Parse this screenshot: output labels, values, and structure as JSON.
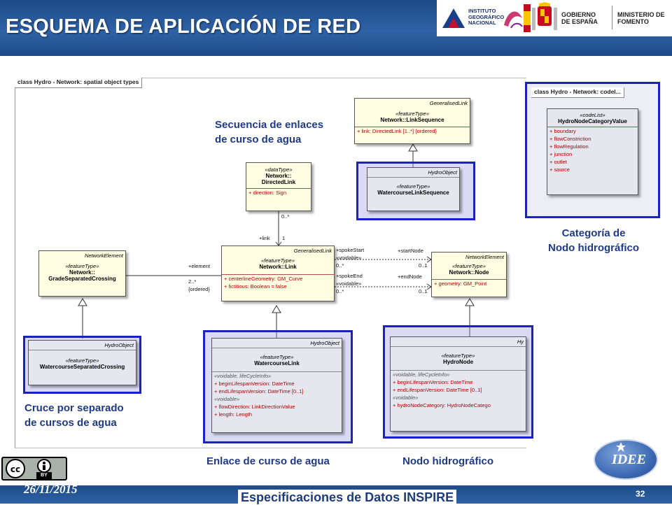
{
  "header": {
    "title": "ESQUEMA DE APLICACIÓN DE RED"
  },
  "logos": {
    "ign_text": "INSTITUTO GEOGRÁFICO NACIONAL",
    "gobierno_text": "GOBIERNO DE ESPAÑA",
    "ministerio_text": "MINISTERIO DE FOMENTO"
  },
  "diagram": {
    "tab_label": "class Hydro - Network: spatial object types",
    "codelist_tab": "class Hydro - Network: codel...",
    "classes": {
      "grade_separated": {
        "parent": "NetworkElement",
        "stereotype": "«featureType»",
        "name_1": "Network::",
        "name_2": "GradeSeparatedCrossing"
      },
      "link": {
        "parent": "GeneralisedLink",
        "stereotype": "«featureType»",
        "name": "Network::Link",
        "attr_1": "+   centerlineGeometry:  GM_Curve",
        "attr_2": "+   fictitious:  Boolean = false"
      },
      "node": {
        "parent": "NetworkElement",
        "stereotype": "«featureType»",
        "name": "Network::Node",
        "attr_1": "+   geometry:  GM_Point"
      },
      "directed_link": {
        "stereotype": "«dataType»",
        "name_1": "Network::",
        "name_2": "DirectedLink",
        "attr_1": "+   direction:  Sign"
      },
      "link_sequence": {
        "parent": "GeneralisedLink",
        "stereotype": "«featureType»",
        "name": "Network::LinkSequence",
        "attr_1": "+   link:  DirectedLink [1..*] {ordered}"
      },
      "watercourse_link_sequence": {
        "parent": "HydroObject",
        "stereotype": "«featureType»",
        "name": "WatercourseLinkSequence"
      },
      "watercourse_separated_crossing": {
        "parent": "HydroObject",
        "stereotype": "«featureType»",
        "name": "WatercourseSeparatedCrossing"
      },
      "watercourse_link": {
        "parent": "HydroObject",
        "stereotype": "«featureType»",
        "name": "WatercourseLink",
        "group_1": "«voidable, lifeCycleInfo»",
        "attr_1": "+   beginLifespanVersion:  DateTime",
        "attr_2": "+   endLifespanVersion:  DateTime [0..1]",
        "group_2": "«voidable»",
        "attr_3": "+   flowDirection:  LinkDirectionValue",
        "attr_4": "+   length:  Length"
      },
      "hydro_node": {
        "parent": "Hy",
        "stereotype": "«featureType»",
        "name": "HydroNode",
        "group_1": "«voidable, lifeCycleInfo»",
        "attr_1": "+   beginLifespanVersion:  DateTime",
        "attr_2": "+   endLifespanVersion:  DateTime [0..1]",
        "group_2": "«voidable»",
        "attr_3": "+   hydroNodeCategory:  HydroNodeCatego"
      },
      "codelist": {
        "stereotype": "«codeList»",
        "name": "HydroNodeCategoryValue",
        "values": [
          "+   boundary",
          "+   flowConstriction",
          "+   flowRegulation",
          "+   junction",
          "+   outlet",
          "+   source"
        ]
      }
    },
    "connectors": {
      "zero_many": "0..*",
      "plus_link": "+link",
      "one": "1",
      "plus_element": "+element",
      "two_many": "2..*",
      "ordered": "{ordered}",
      "spoke_start": "+spokeStart",
      "voidable_1": "«voidable»",
      "zero_many_2": "0..*",
      "start_node": "+startNode",
      "zero_one_1": "0..1",
      "spoke_end": "+spokeEnd",
      "voidable_2": "«voidable»",
      "zero_many_3": "0..*",
      "end_node": "+endNode",
      "zero_one_2": "0..1"
    }
  },
  "labels": {
    "secuencia_1": "Secuencia de enlaces",
    "secuencia_2": "de curso de agua",
    "categoria_1": "Categoría de",
    "categoria_2": "Nodo hidrográfico",
    "cruce_1": "Cruce por separado",
    "cruce_2": "de cursos de agua",
    "enlace": "Enlace de curso de agua",
    "nodo": "Nodo hidrográfico"
  },
  "footer": {
    "date": "26/11/2015",
    "title": "Especificaciones de Datos INSPIRE",
    "page": "32",
    "idee": "IDEE",
    "cc_by": "BY"
  }
}
